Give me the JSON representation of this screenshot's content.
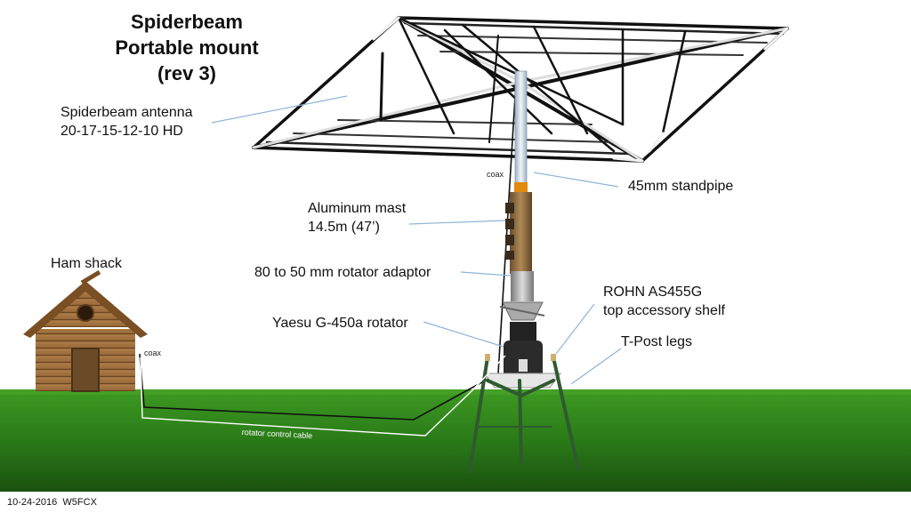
{
  "title": {
    "line1": "Spiderbeam",
    "line2": "Portable mount",
    "line3": "(rev 3)"
  },
  "labels": {
    "antenna_line1": "Spiderbeam antenna",
    "antenna_line2": "20-17-15-12-10 HD",
    "standpipe": "45mm standpipe",
    "mast_line1": "Aluminum mast",
    "mast_line2": "14.5m (47’)",
    "adaptor": "80 to 50 mm rotator adaptor",
    "shelf_line1": "ROHN AS455G",
    "shelf_line2": "top accessory shelf",
    "rotator": "Yaesu G-450a rotator",
    "legs": "T-Post legs",
    "ham_shack": "Ham shack",
    "coax_top": "coax",
    "coax_shack": "coax",
    "rotator_cable": "rotator control cable"
  },
  "footer": {
    "date": "10-24-2016",
    "callsign": "W5FCX"
  },
  "colors": {
    "ground_top": "#2f8a1a",
    "ground_bottom": "#1c5410",
    "cabin_wood": "#a0713e",
    "cabin_dark": "#5b3a1a",
    "mast": "#8c6a3a",
    "standpipe": "#c9d8ea",
    "legs": "#2f5a2f",
    "leader_line": "#8fb4d6"
  }
}
